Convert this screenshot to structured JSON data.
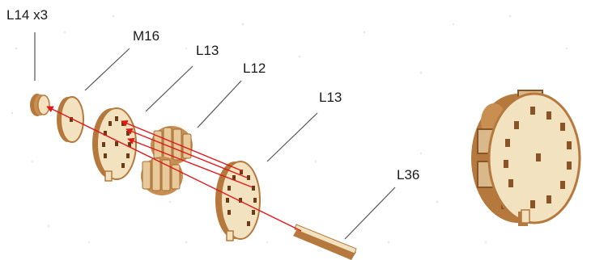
{
  "labels": {
    "l14": "L14 x3",
    "m16": "M16",
    "l13_top": "L13",
    "l12": "L12",
    "l13_right": "L13",
    "l36": "L36"
  },
  "colors": {
    "wood_face": "#f3e2c0",
    "wood_edge": "#b5793d",
    "wood_dark": "#8a5526",
    "slot": "#6b3b16",
    "arrow": "#e01818",
    "leader": "#555555"
  }
}
